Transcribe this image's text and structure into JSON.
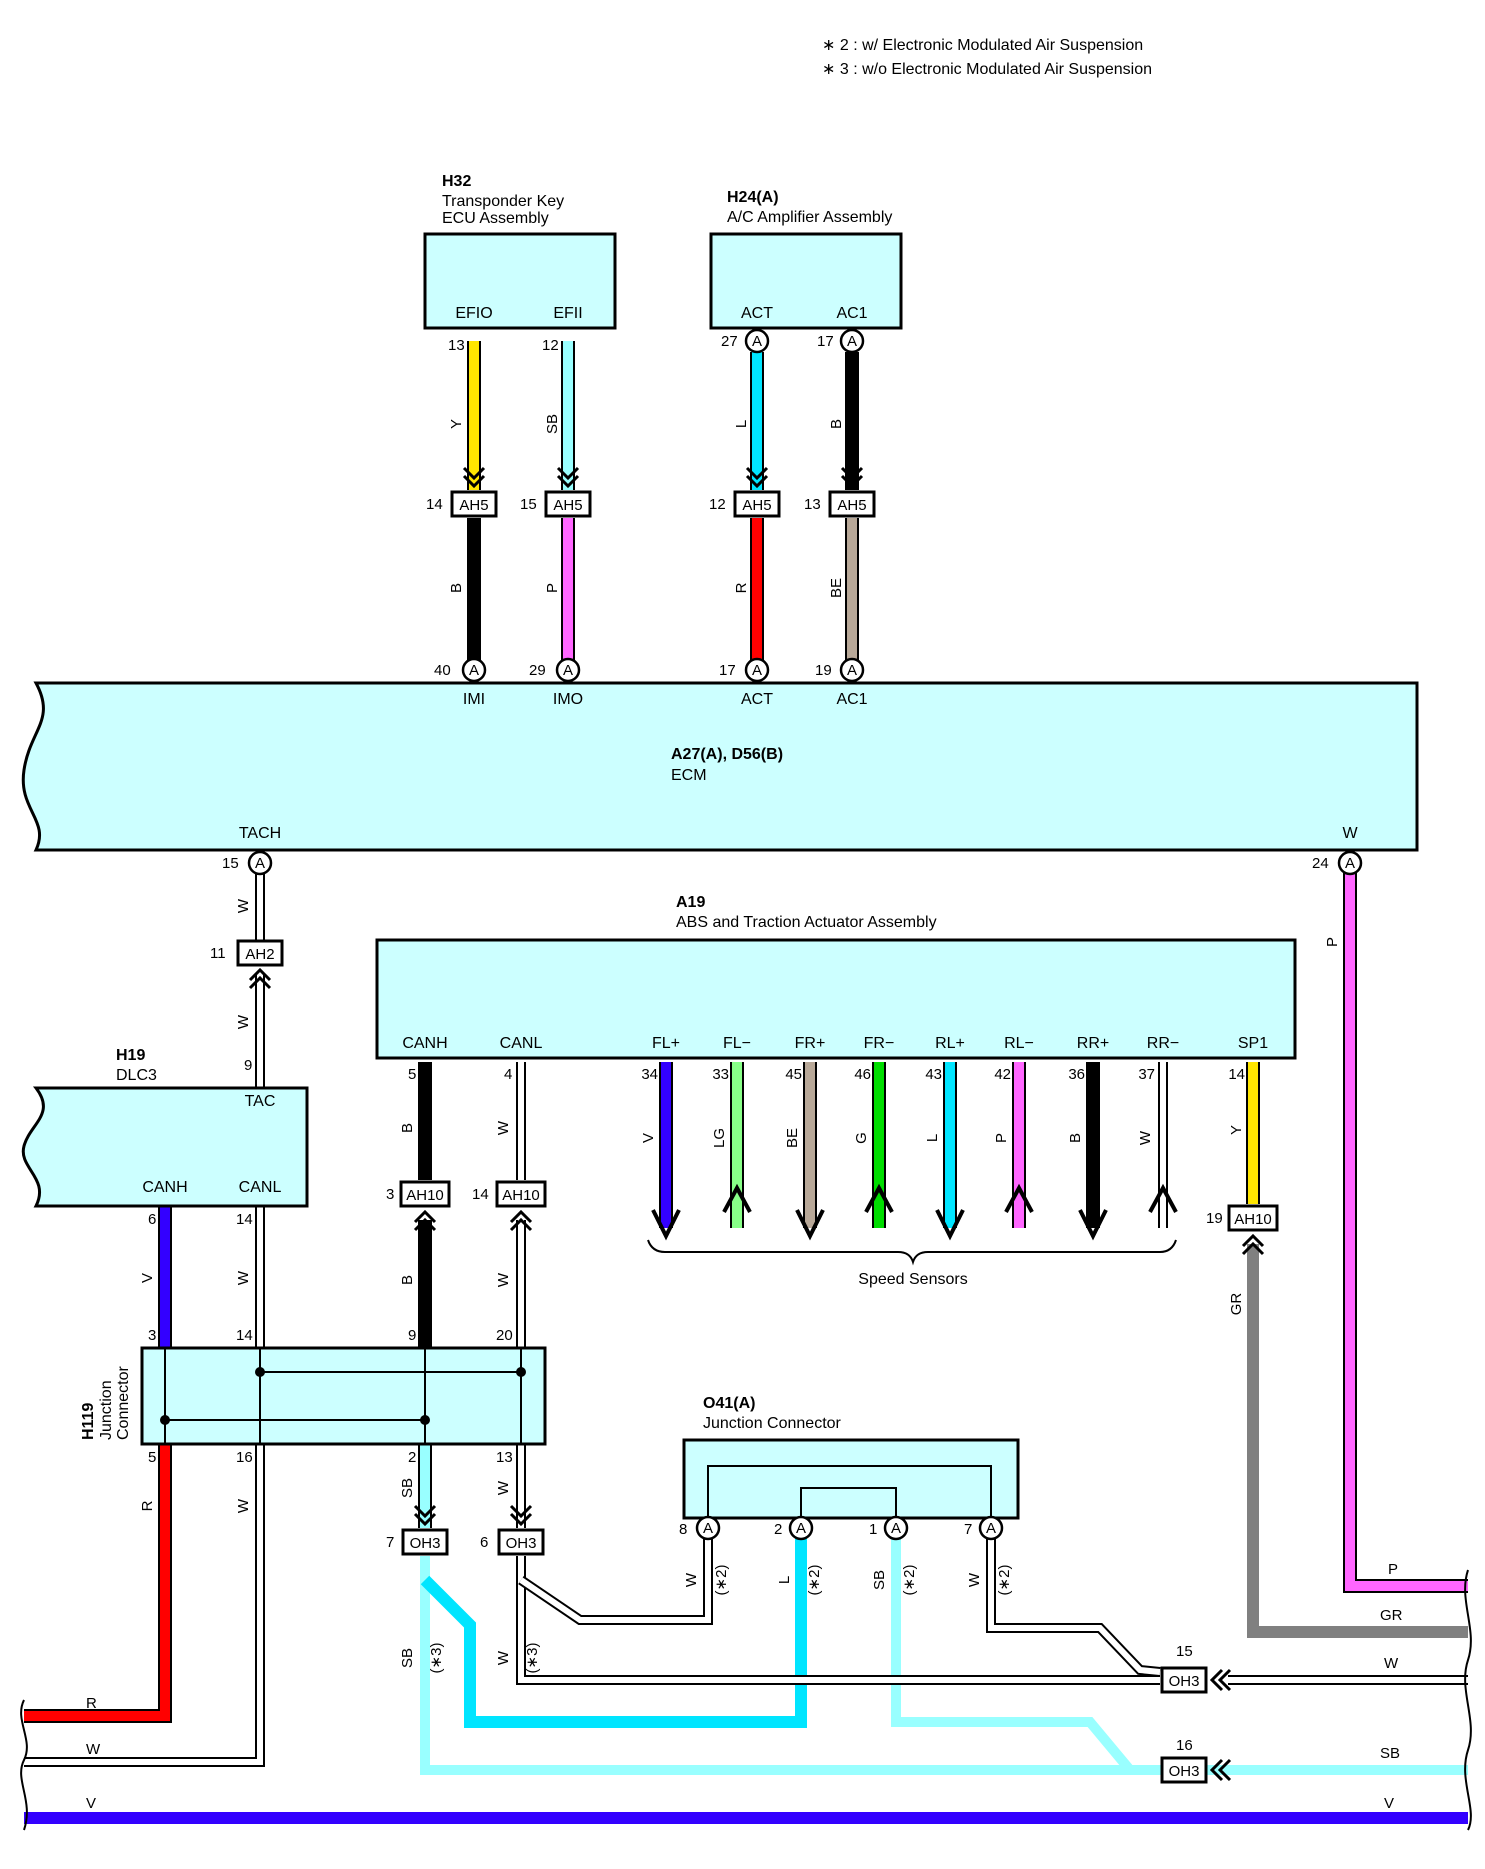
{
  "notes": [
    "∗ 2 : w/ Electronic Modulated Air Suspension",
    "∗ 3 : w/o Electronic Modulated Air Suspension"
  ],
  "colors": {
    "Y": "#ffe600",
    "SB": "#99ffff",
    "L": "#00e5ff",
    "B": "#000000",
    "R": "#ff0000",
    "P": "#ff66ff",
    "BE": "#b8a898",
    "W": "#ffffff",
    "V": "#3300ff",
    "LG": "#88ff88",
    "G": "#00dd00",
    "GR": "#808080",
    "box": "#ccffff"
  },
  "components": {
    "h32": {
      "id": "H32",
      "name_line1": "Transponder Key",
      "name_line2": "ECU Assembly",
      "pins": [
        "EFIO",
        "EFII"
      ]
    },
    "h24": {
      "id": "H24(A)",
      "name": "A/C Amplifier Assembly",
      "pins": [
        "ACT",
        "AC1"
      ]
    },
    "ecm": {
      "id": "A27(A), D56(B)",
      "name": "ECM",
      "top_pins": [
        "IMI",
        "IMO",
        "ACT",
        "AC1"
      ],
      "tach": "TACH",
      "w": "W"
    },
    "a19": {
      "id": "A19",
      "name": "ABS and Traction Actuator Assembly",
      "pins": [
        "CANH",
        "CANL",
        "FL+",
        "FL−",
        "FR+",
        "FR−",
        "RL+",
        "RL−",
        "RR+",
        "RR−",
        "SP1"
      ]
    },
    "h19": {
      "id": "H19",
      "name": "DLC3",
      "tac": "TAC",
      "canh": "CANH",
      "canl": "CANL"
    },
    "h119": {
      "id": "H119",
      "name_line1": "Junction",
      "name_line2": "Connector"
    },
    "o41": {
      "id": "O41(A)",
      "name": "Junction Connector"
    }
  },
  "speed_sensors": "Speed Sensors",
  "connector_letter": "A",
  "connectors": {
    "ah5": "AH5",
    "ah2": "AH2",
    "ah10": "AH10",
    "oh3": "OH3"
  },
  "pin_numbers": {
    "h32_efio": "13",
    "h32_efii": "12",
    "h24_act": "27",
    "h24_ac1": "17",
    "ah5_1": "14",
    "ah5_2": "15",
    "ah5_3": "12",
    "ah5_4": "13",
    "ecm_imi": "40",
    "ecm_imo": "29",
    "ecm_act": "17",
    "ecm_ac1": "19",
    "ecm_tach": "15",
    "ecm_w": "24",
    "ah2": "11",
    "h19_tac": "9",
    "a19_canh": "5",
    "a19_canl": "4",
    "fl_p": "34",
    "fl_m": "33",
    "fr_p": "45",
    "fr_m": "46",
    "rl_p": "43",
    "rl_m": "42",
    "rr_p": "36",
    "rr_m": "37",
    "sp1": "14",
    "ah10_1": "3",
    "ah10_2": "14",
    "ah10_3": "19",
    "h19_canh": "6",
    "h19_canl": "14",
    "h119_3": "3",
    "h119_14": "14",
    "h119_9": "9",
    "h119_20": "20",
    "h119_5": "5",
    "h119_16": "16",
    "h119_2": "2",
    "h119_13": "13",
    "oh3_7": "7",
    "oh3_6": "6",
    "oh3_15": "15",
    "oh3_16": "16",
    "o41_8": "8",
    "o41_2": "2",
    "o41_1": "1",
    "o41_7": "7"
  },
  "wire_codes": {
    "y": "Y",
    "sb": "SB",
    "l": "L",
    "b": "B",
    "r": "R",
    "p": "P",
    "be": "BE",
    "w": "W",
    "v": "V",
    "lg": "LG",
    "g": "G",
    "gr": "GR"
  },
  "variant_marks": {
    "star2": "(∗2)",
    "star3": "(∗3)"
  }
}
